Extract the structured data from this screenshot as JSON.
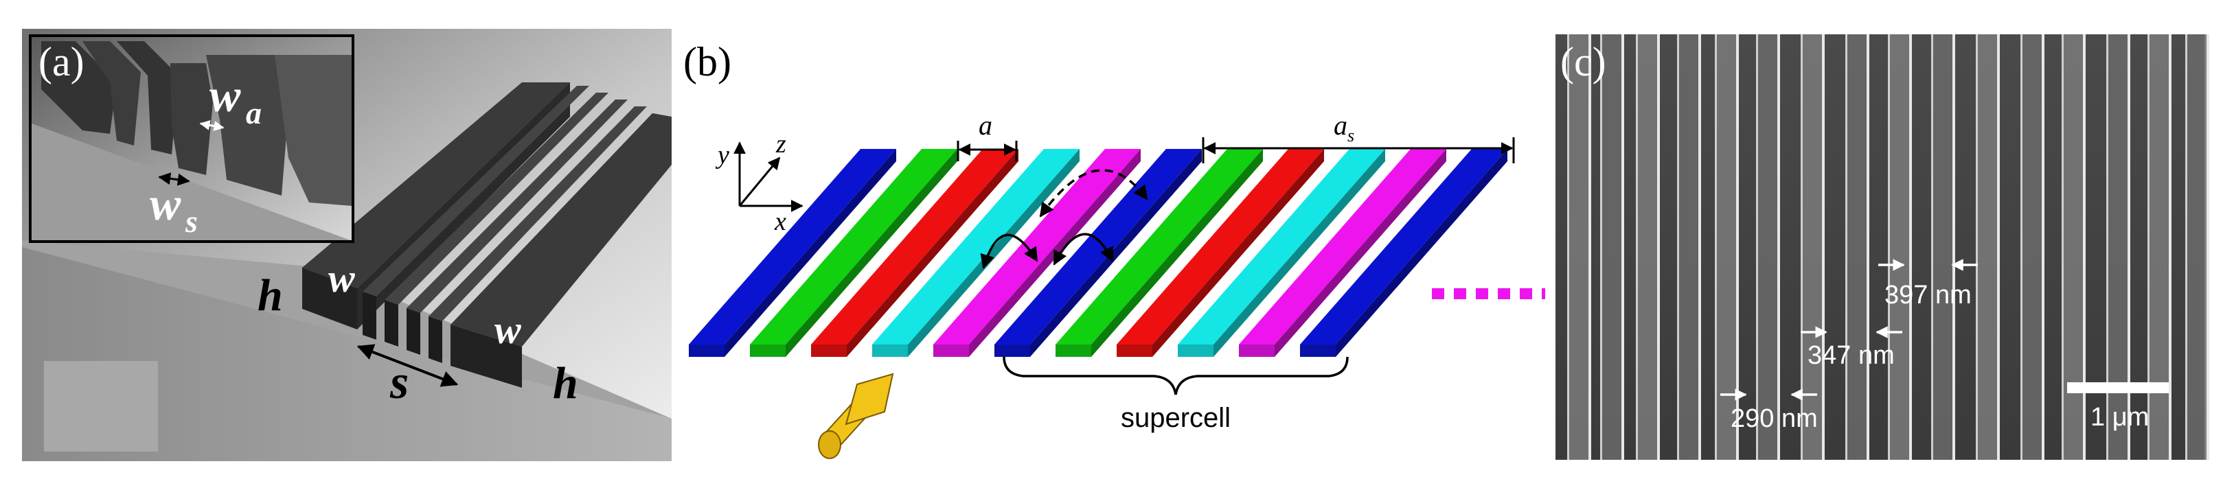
{
  "panel_a": {
    "tag": "(a)",
    "label_h_left": "h",
    "label_w_left": "w",
    "label_s": "s",
    "label_w_right": "w",
    "label_h_right": "h",
    "inset_w_a_main": "w",
    "inset_w_a_sub": "a",
    "inset_w_s_main": "w",
    "inset_w_s_sub": "s"
  },
  "panel_b": {
    "tag": "(b)",
    "axis_y": "y",
    "axis_z": "z",
    "axis_x": "x",
    "label_a": "a",
    "label_as_main": "a",
    "label_as_sub": "s",
    "supercell": "supercell",
    "colors": {
      "blue": "#0a14d0",
      "green": "#10d010",
      "red": "#ee1010",
      "cyan": "#14e6e6",
      "magenta": "#ee14ee",
      "arrow": "#f2c418"
    },
    "waveguide_colors": [
      "blue",
      "green",
      "red",
      "cyan",
      "magenta",
      "blue",
      "green",
      "red",
      "cyan",
      "magenta",
      "blue"
    ]
  },
  "panel_c": {
    "tag": "(c)",
    "meas_1": "397 nm",
    "meas_2": "347 nm",
    "meas_3": "290 nm",
    "scale_bar": "1 μm"
  }
}
